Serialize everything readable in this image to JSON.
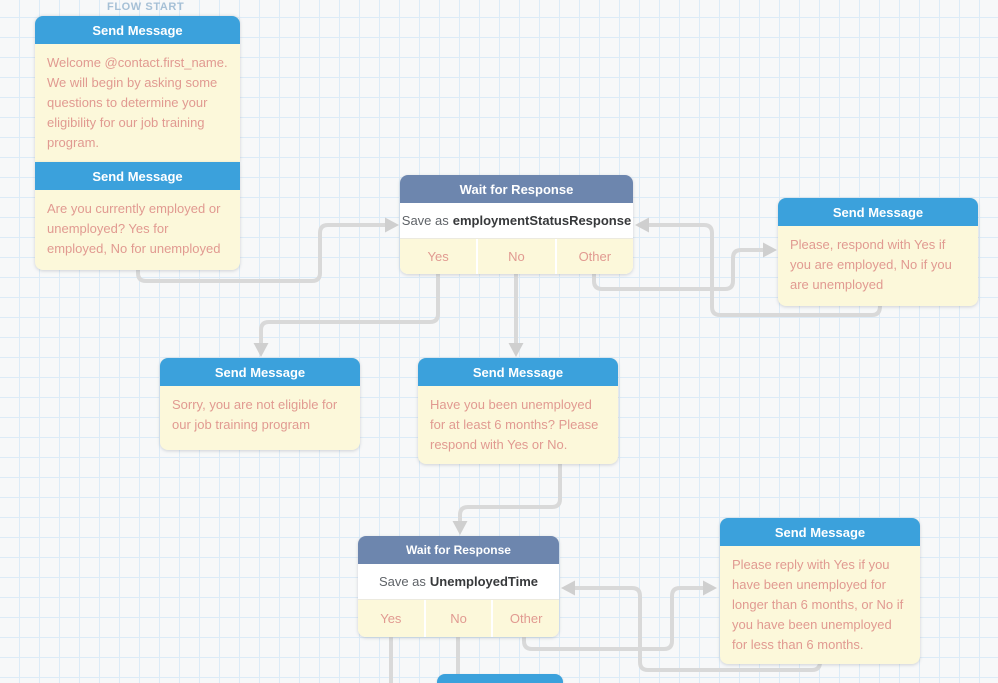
{
  "canvas": {
    "flow_start_label": "FLOW START"
  },
  "colors": {
    "header_blue": "#3ba1dc",
    "header_slate": "#6d86ae",
    "node_yellow": "#fcf8da",
    "message_text": "#e19a91",
    "save_text": "#5f6368",
    "variable_text": "#37393b",
    "connector": "#d9d9d9",
    "arrow": "#cfcfcf",
    "flow_start": "#a6c0d6",
    "canvas_bg": "#f7f8f9",
    "grid_line": "#dcebf7"
  },
  "nodes": {
    "welcome": {
      "title": "Send Message",
      "body": "Welcome @contact.first_name. We will begin by asking some questions to determine your eligibility for our job training program."
    },
    "employment_question": {
      "title": "Send Message",
      "body": "Are you currently employed or unemployed? Yes for employed, No for unemployed"
    },
    "wait_employment": {
      "title": "Wait for Response",
      "save_prefix": "Save as",
      "variable": "employmentStatusResponse",
      "options": [
        "Yes",
        "No",
        "Other"
      ]
    },
    "employment_reminder": {
      "title": "Send Message",
      "body": "Please, respond with Yes if you are employed, No if you are unemployed"
    },
    "not_eligible": {
      "title": "Send Message",
      "body": "Sorry, you are not eligible for our job training program"
    },
    "unemployed_question": {
      "title": "Send Message",
      "body": "Have you been unemployed for at least 6 months? Please respond with Yes or No."
    },
    "wait_unemployed": {
      "title": "Wait for Response",
      "save_prefix": "Save as",
      "variable": "UnemployedTime",
      "options": [
        "Yes",
        "No",
        "Other"
      ]
    },
    "unemployed_reminder": {
      "title": "Send Message",
      "body": "Please reply with Yes if you have been unemployed for longer than 6 months, or No if you have been unemployed for less than 6 months."
    }
  }
}
